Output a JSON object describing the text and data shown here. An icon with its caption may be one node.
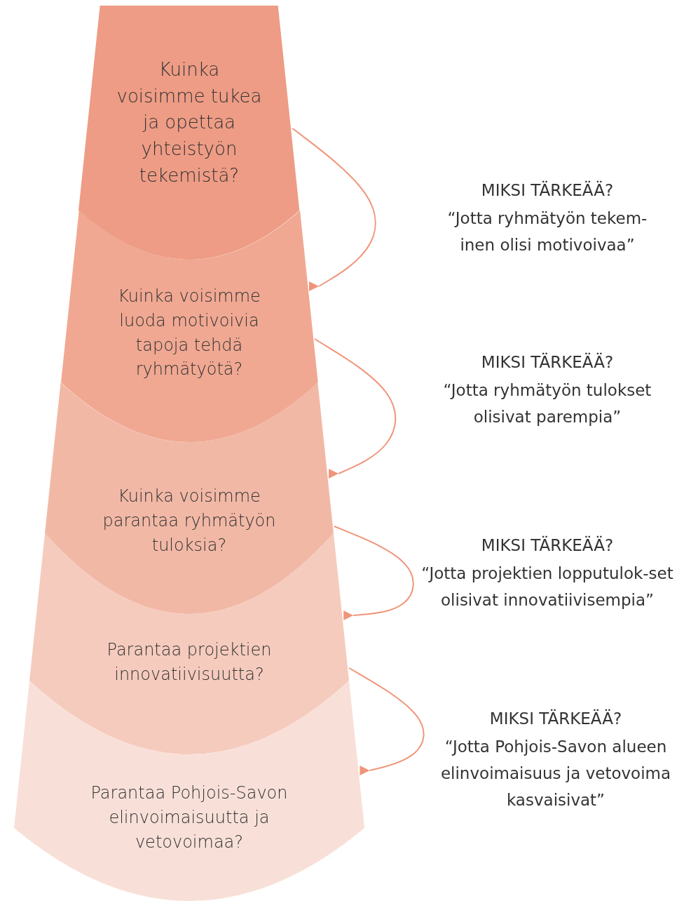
{
  "diagram": {
    "nodes": [
      {
        "text": [
          "Kuinka voisimme tukea ja opettaa yhteistyön tekemistä?"
        ]
      },
      {
        "text": [
          "Kuinka voisimme luoda motivoivia tapoja tehdä ryhmätyötä?"
        ]
      },
      {
        "text": [
          "Kuinka voisimme parantaa ryhmätyön tuloksia?"
        ]
      },
      {
        "text": [
          "Parantaa projektien innovatiivisuutta?"
        ]
      },
      {
        "text": [
          "Parantaa Pohjois-Savon elinvoimaisuutta ja vetovoimaa?"
        ]
      }
    ],
    "edges": [
      {
        "from": 0,
        "to": 1,
        "arrow": "to"
      },
      {
        "from": 1,
        "to": 2,
        "arrow": "to"
      },
      {
        "from": 2,
        "to": 3,
        "arrow": "to"
      },
      {
        "from": 3,
        "to": 4,
        "arrow": "to"
      }
    ],
    "labels": [
      "MIKSI TÄRKEÄÄ?",
      "“Jotta ryhmätyön tekem-inen olisi motivoivaa”",
      "MIKSI TÄRKEÄÄ?",
      "“Jotta ryhmätyön tulokset olisivat parempia”",
      "MIKSI TÄRKEÄÄ?",
      "“Jotta projektien lopputulok-set olisivat innovatiivisempia”",
      "MIKSI TÄRKEÄÄ?",
      "“Jotta Pohjois-Savon alueen elinvoimaisuus ja vetovoima kasvaisivat”"
    ]
  }
}
